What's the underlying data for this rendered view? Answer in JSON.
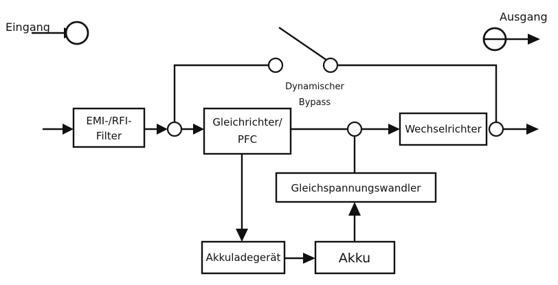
{
  "labels": {
    "input": "Eingang",
    "output": "Ausgang",
    "bypass_line1": "Dynamischer",
    "bypass_line2": "Bypass"
  },
  "blocks": {
    "emi_line1": "EMI-/RFI-",
    "emi_line2": "Filter",
    "rectifier_line1": "Gleichrichter/",
    "rectifier_line2": "PFC",
    "inverter": "Wechselrichter",
    "dc_converter": "Gleichspannungswandler",
    "charger": "Akkuladegerät",
    "battery": "Akku"
  },
  "colors": {
    "line": "#111111",
    "background": "#ffffff"
  }
}
